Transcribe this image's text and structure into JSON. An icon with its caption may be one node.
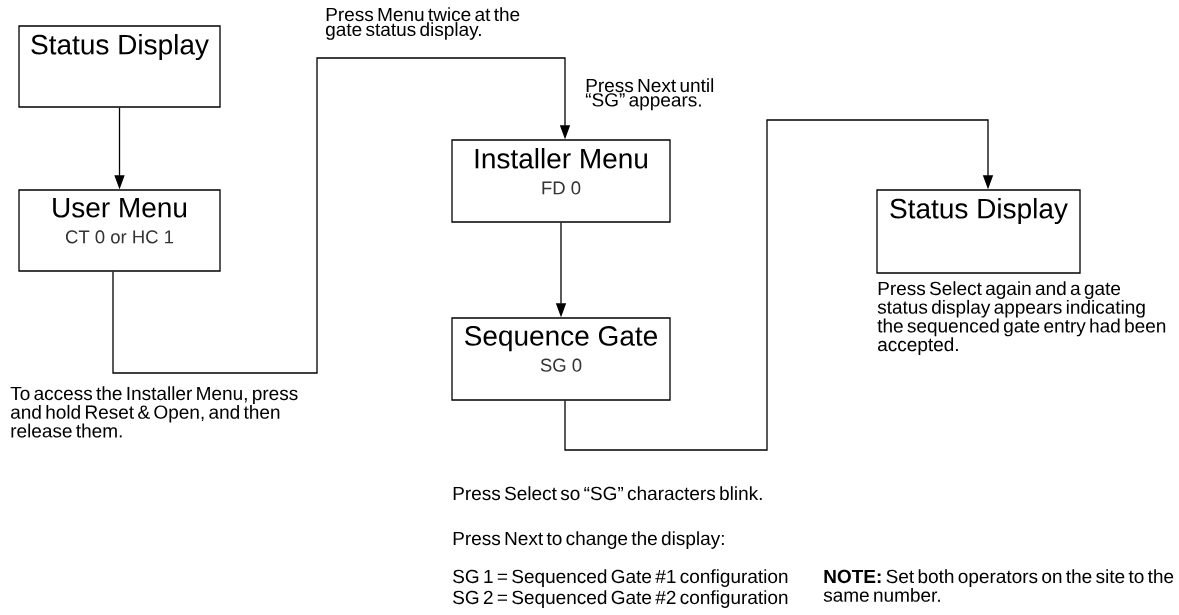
{
  "diagram": {
    "nodes": [
      {
        "text": [
          "Status Display"
        ]
      },
      {
        "text": [
          "User Menu",
          "CT 0 or HC 1"
        ]
      },
      {
        "text": [
          "Installer Menu",
          "FD 0"
        ]
      },
      {
        "text": [
          "Sequence Gate",
          "SG 0"
        ]
      },
      {
        "text": [
          "Status Display"
        ],
        "beside": [
          "Press Select again and a gate status display appears indicating the sequenced gate entry had been accepted."
        ]
      }
    ],
    "edges": [
      {
        "from": 0,
        "to": 1,
        "arrow": "to"
      },
      {
        "from": 1,
        "to": 2,
        "arrow": "to",
        "label": "Press Menu twice at the gate status display."
      },
      {
        "from": 2,
        "to": 3,
        "arrow": "to"
      },
      {
        "from": 3,
        "to": 4,
        "arrow": "to"
      }
    ],
    "labels": [
      "Press Next until “SG” appears.",
      "To access the Installer Menu, press and hold Reset & Open, and then release them.",
      "Press Select so “SG” characters blink.",
      "Press Next to change the display:",
      "SG 1 = Sequenced Gate #1 configuration",
      "SG 2 = Sequenced Gate #2 configuration",
      "**NOTE:** Set both operators on the site to the same number."
    ]
  }
}
